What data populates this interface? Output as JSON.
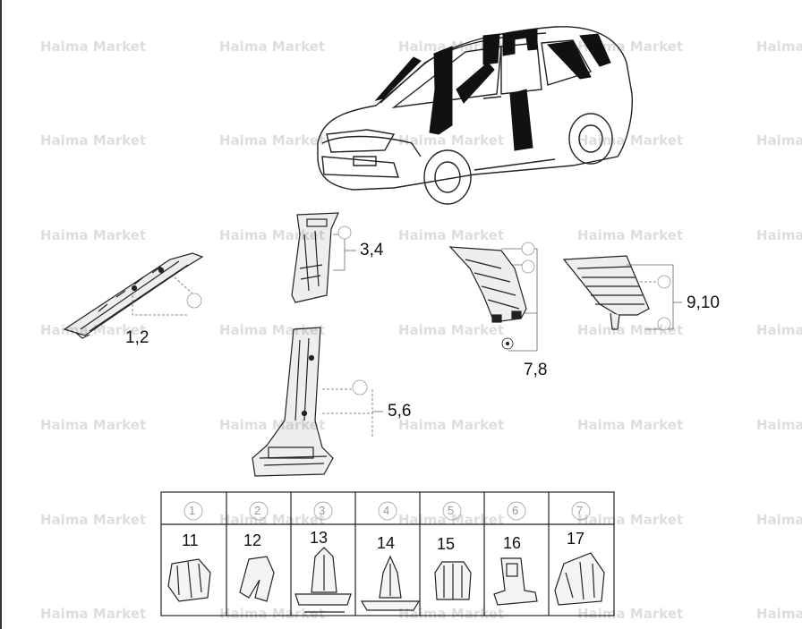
{
  "watermark": "Haima Market",
  "callouts": {
    "p12": "1,2",
    "p34": "3,4",
    "p56": "5,6",
    "p78": "7,8",
    "p910": "9,10"
  },
  "circle_refs": [
    "1",
    "2",
    "3",
    "4",
    "5",
    "6",
    "7"
  ],
  "clip_table": {
    "headers": [
      "1",
      "2",
      "3",
      "4",
      "5",
      "6",
      "7"
    ],
    "part_numbers": [
      "11",
      "12",
      "13",
      "14",
      "15",
      "16",
      "17"
    ]
  }
}
